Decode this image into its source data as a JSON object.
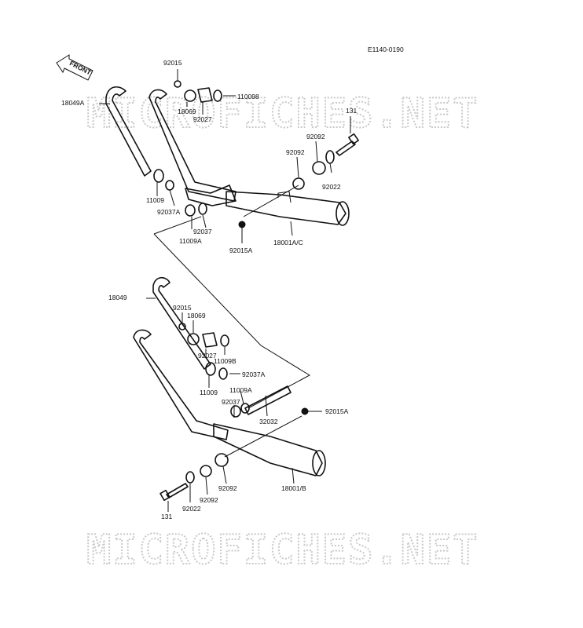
{
  "diagram_code": "E1140-0190",
  "front_label": "FRONT",
  "watermarks": [
    "MICROFICHES.NET",
    "MICROFICHES.NET"
  ],
  "callouts": [
    "92015",
    "18069",
    "92027",
    "110098",
    "18049A",
    "131",
    "92092",
    "92092",
    "92022",
    "11009",
    "92037A",
    "92037",
    "11009A",
    "92015A",
    "18001A/C",
    "18049",
    "92015",
    "18069",
    "92027",
    "11009B",
    "92037A",
    "11009",
    "11009A",
    "92037",
    "32032",
    "92015A",
    "131",
    "92022",
    "92092",
    "92092",
    "18001/B"
  ]
}
